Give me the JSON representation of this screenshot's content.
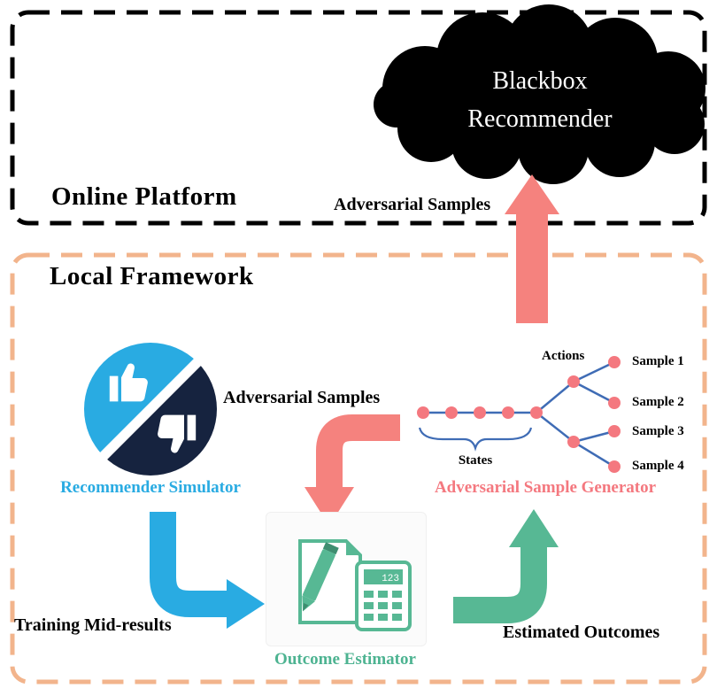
{
  "online_platform": {
    "title": "Online Platform",
    "adversarial_samples": "Adversarial Samples",
    "cloud_line1": "Blackbox",
    "cloud_line2": "Recommender"
  },
  "local_framework": {
    "title": "Local Framework",
    "simulator_label": "Recommender Simulator",
    "adversarial_samples": "Adversarial Samples",
    "training_label": "Training Mid-results",
    "outcomes_label": "Estimated Outcomes",
    "generator": {
      "label": "Adversarial Sample Generator",
      "actions_label": "Actions",
      "states_label": "States",
      "samples": [
        "Sample 1",
        "Sample 2",
        "Sample 3",
        "Sample 4"
      ]
    },
    "estimator": {
      "label": "Outcome Estimator",
      "display": "123"
    }
  },
  "colors": {
    "arrow_red": "#f5827e",
    "arrow_blue": "#29abe2",
    "arrow_green": "#57b894",
    "node_pink": "#f4787f",
    "tree_line_blue": "#3f6cb5",
    "navy": "#16233f",
    "local_box_border": "#f2b48c",
    "online_box_border": "#000000",
    "cloud_fill": "#000000"
  }
}
